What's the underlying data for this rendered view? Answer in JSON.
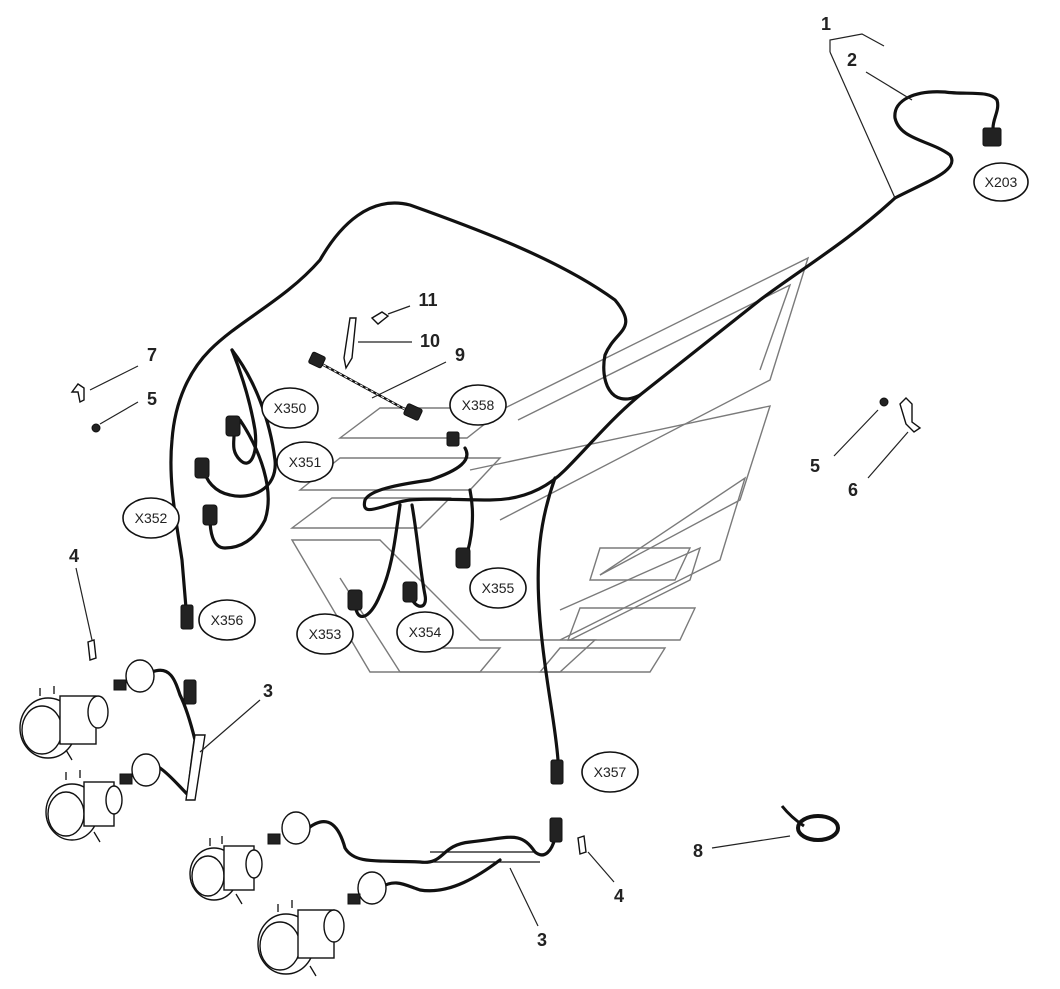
{
  "callouts": {
    "c1": "1",
    "c2": "2",
    "c3a": "3",
    "c3b": "3",
    "c4a": "4",
    "c4b": "4",
    "c5a": "5",
    "c5b": "5",
    "c6": "6",
    "c7": "7",
    "c8": "8",
    "c9": "9",
    "c10": "10",
    "c11": "11"
  },
  "connectors": {
    "x203": "X203",
    "x350": "X350",
    "x351": "X351",
    "x352": "X352",
    "x353": "X353",
    "x354": "X354",
    "x355": "X355",
    "x356": "X356",
    "x357": "X357",
    "x358": "X358"
  }
}
